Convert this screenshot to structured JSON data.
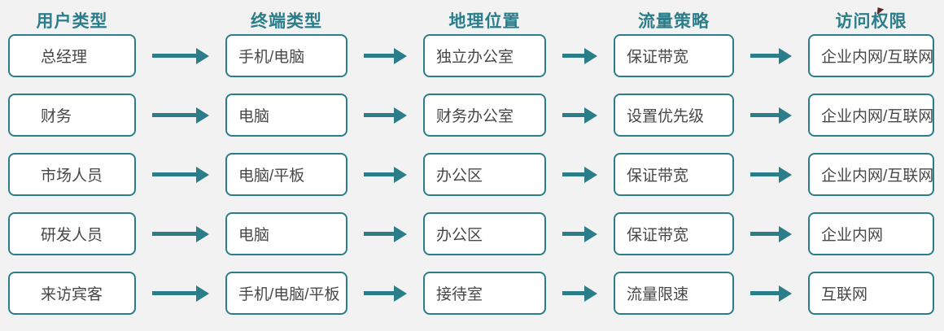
{
  "colors": {
    "background": "#f2f2f2",
    "accent_teal": "#2b7d8a",
    "box_background": "#ffffff",
    "box_text": "#474747",
    "cursor_artifact": "#5e2727"
  },
  "columns": [
    {
      "header": "用户类型"
    },
    {
      "header": "终端类型"
    },
    {
      "header": "地理位置"
    },
    {
      "header": "流量策略"
    },
    {
      "header": "访问权限"
    }
  ],
  "rows": [
    {
      "cells": [
        "总经理",
        "手机/电脑",
        "独立办公室",
        "保证带宽",
        "企业内网/互联网"
      ]
    },
    {
      "cells": [
        "财务",
        "电脑",
        "财务办公室",
        "设置优先级",
        "企业内网/互联网"
      ]
    },
    {
      "cells": [
        "市场人员",
        "电脑/平板",
        "办公区",
        "保证带宽",
        "企业内网/互联网"
      ]
    },
    {
      "cells": [
        "研发人员",
        "电脑",
        "办公区",
        "保证带宽",
        "企业内网"
      ]
    },
    {
      "cells": [
        "来访宾客",
        "手机/电脑/平板",
        "接待室",
        "流量限速",
        "互联网"
      ]
    }
  ]
}
